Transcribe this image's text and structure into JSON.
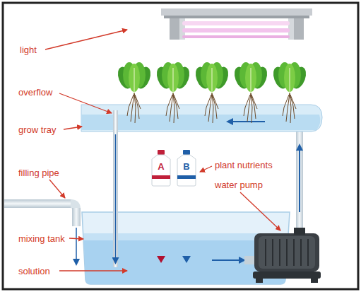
{
  "diagram": {
    "nodes": [
      {
        "text": [
          "A"
        ]
      },
      {
        "text": [
          "B"
        ]
      }
    ],
    "labels": [
      "light",
      "overflow",
      "grow tray",
      "filling pipe",
      "mixing tank",
      "solution",
      "plant nutrients",
      "water pump"
    ]
  }
}
